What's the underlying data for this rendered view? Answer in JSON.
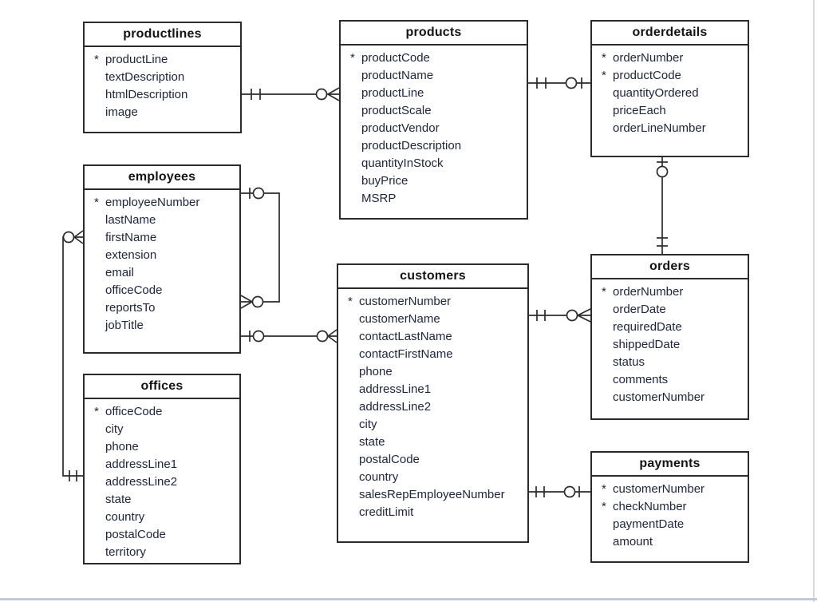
{
  "entities": [
    {
      "name": "productlines",
      "fields": [
        {
          "pk": "*",
          "name": "productLine"
        },
        {
          "pk": "",
          "name": "textDescription"
        },
        {
          "pk": "",
          "name": "htmlDescription"
        },
        {
          "pk": "",
          "name": "image"
        }
      ]
    },
    {
      "name": "products",
      "fields": [
        {
          "pk": "*",
          "name": "productCode"
        },
        {
          "pk": "",
          "name": "productName"
        },
        {
          "pk": "",
          "name": "productLine"
        },
        {
          "pk": "",
          "name": "productScale"
        },
        {
          "pk": "",
          "name": "productVendor"
        },
        {
          "pk": "",
          "name": "productDescription"
        },
        {
          "pk": "",
          "name": "quantityInStock"
        },
        {
          "pk": "",
          "name": "buyPrice"
        },
        {
          "pk": "",
          "name": "MSRP"
        }
      ]
    },
    {
      "name": "orderdetails",
      "fields": [
        {
          "pk": "*",
          "name": "orderNumber"
        },
        {
          "pk": "*",
          "name": "productCode"
        },
        {
          "pk": "",
          "name": "quantityOrdered"
        },
        {
          "pk": "",
          "name": "priceEach"
        },
        {
          "pk": "",
          "name": "orderLineNumber"
        }
      ]
    },
    {
      "name": "employees",
      "fields": [
        {
          "pk": "*",
          "name": "employeeNumber"
        },
        {
          "pk": "",
          "name": "lastName"
        },
        {
          "pk": "",
          "name": "firstName"
        },
        {
          "pk": "",
          "name": "extension"
        },
        {
          "pk": "",
          "name": "email"
        },
        {
          "pk": "",
          "name": "officeCode"
        },
        {
          "pk": "",
          "name": "reportsTo"
        },
        {
          "pk": "",
          "name": "jobTitle"
        }
      ]
    },
    {
      "name": "customers",
      "fields": [
        {
          "pk": "*",
          "name": "customerNumber"
        },
        {
          "pk": "",
          "name": "customerName"
        },
        {
          "pk": "",
          "name": "contactLastName"
        },
        {
          "pk": "",
          "name": "contactFirstName"
        },
        {
          "pk": "",
          "name": "phone"
        },
        {
          "pk": "",
          "name": "addressLine1"
        },
        {
          "pk": "",
          "name": "addressLine2"
        },
        {
          "pk": "",
          "name": "city"
        },
        {
          "pk": "",
          "name": "state"
        },
        {
          "pk": "",
          "name": "postalCode"
        },
        {
          "pk": "",
          "name": "country"
        },
        {
          "pk": "",
          "name": "salesRepEmployeeNumber"
        },
        {
          "pk": "",
          "name": "creditLimit"
        }
      ]
    },
    {
      "name": "orders",
      "fields": [
        {
          "pk": "*",
          "name": "orderNumber"
        },
        {
          "pk": "",
          "name": "orderDate"
        },
        {
          "pk": "",
          "name": "requiredDate"
        },
        {
          "pk": "",
          "name": "shippedDate"
        },
        {
          "pk": "",
          "name": "status"
        },
        {
          "pk": "",
          "name": "comments"
        },
        {
          "pk": "",
          "name": "customerNumber"
        }
      ]
    },
    {
      "name": "offices",
      "fields": [
        {
          "pk": "*",
          "name": "officeCode"
        },
        {
          "pk": "",
          "name": "city"
        },
        {
          "pk": "",
          "name": "phone"
        },
        {
          "pk": "",
          "name": "addressLine1"
        },
        {
          "pk": "",
          "name": "addressLine2"
        },
        {
          "pk": "",
          "name": "state"
        },
        {
          "pk": "",
          "name": "country"
        },
        {
          "pk": "",
          "name": "postalCode"
        },
        {
          "pk": "",
          "name": "territory"
        }
      ]
    },
    {
      "name": "payments",
      "fields": [
        {
          "pk": "*",
          "name": "customerNumber"
        },
        {
          "pk": "*",
          "name": "checkNumber"
        },
        {
          "pk": "",
          "name": "paymentDate"
        },
        {
          "pk": "",
          "name": "amount"
        }
      ]
    }
  ],
  "primary_key_marker": "*",
  "notation": "crows-foot",
  "line_color": "#2b2b2b",
  "relationships": [
    {
      "from": "productlines",
      "from_end": "one-and-only-one",
      "to": "products",
      "to_end": "zero-or-many"
    },
    {
      "from": "products",
      "from_end": "one-and-only-one",
      "to": "orderdetails",
      "to_end": "zero-or-one"
    },
    {
      "from": "orders",
      "from_end": "one-and-only-one",
      "to": "orderdetails",
      "to_end": "zero-or-one"
    },
    {
      "from": "employees",
      "from_end": "zero-or-one",
      "to": "employees",
      "to_end": "zero-or-many",
      "self_reference": true
    },
    {
      "from": "offices",
      "from_end": "one-and-only-one",
      "to": "employees",
      "to_end": "zero-or-many"
    },
    {
      "from": "employees",
      "from_end": "zero-or-one",
      "to": "customers",
      "to_end": "zero-or-many"
    },
    {
      "from": "customers",
      "from_end": "one-and-only-one",
      "to": "orders",
      "to_end": "zero-or-many"
    },
    {
      "from": "customers",
      "from_end": "one-and-only-one",
      "to": "payments",
      "to_end": "zero-or-one"
    }
  ]
}
